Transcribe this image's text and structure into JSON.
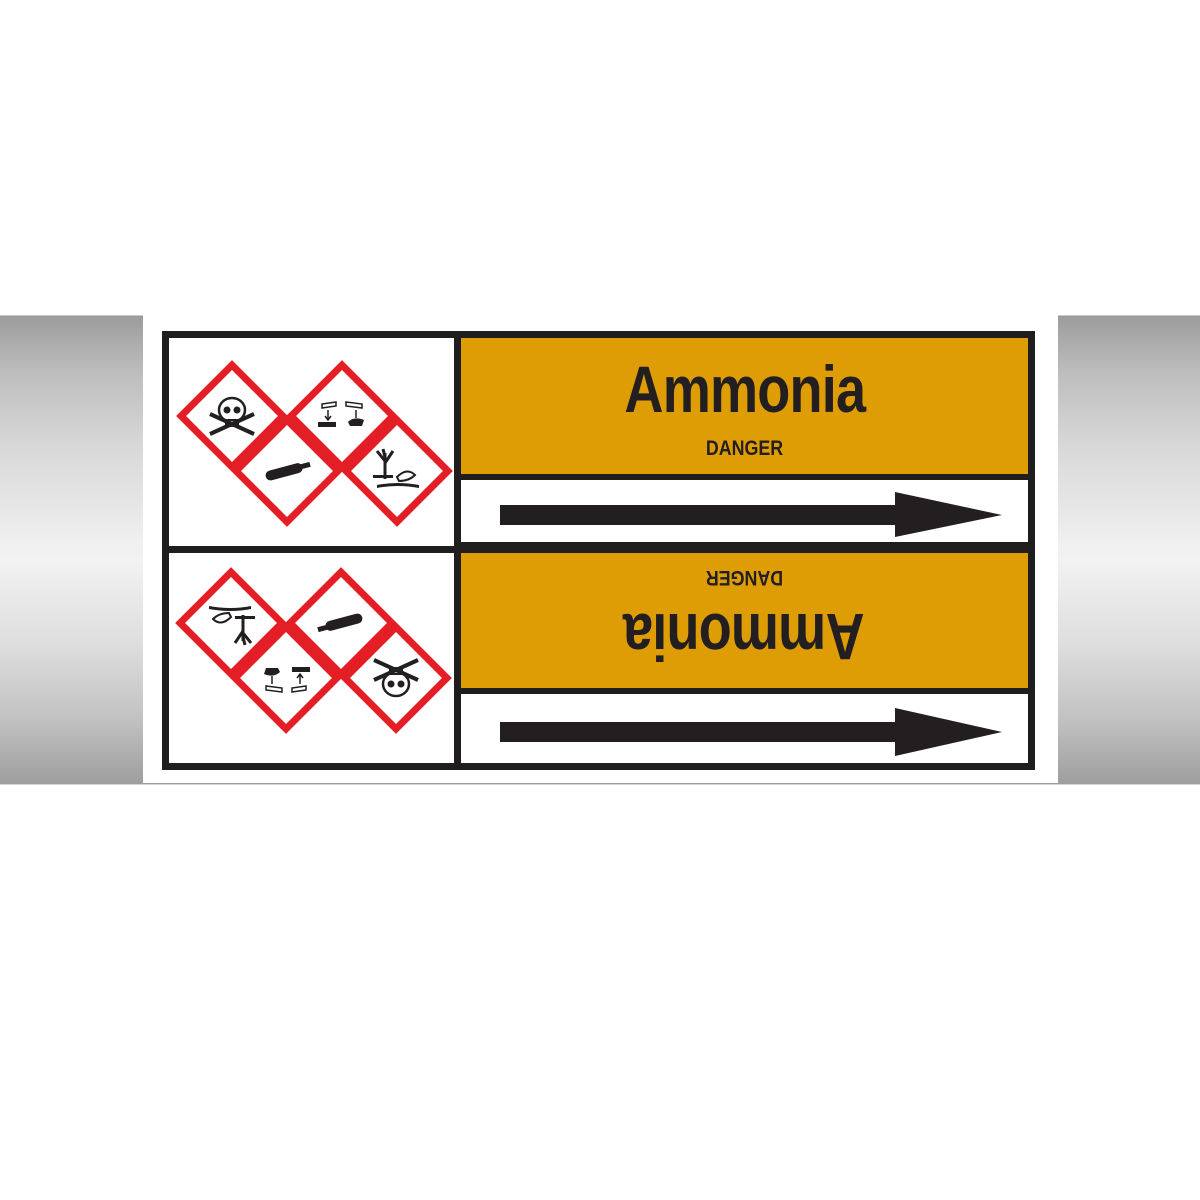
{
  "label": {
    "product": "Pipe marker label",
    "substance": "Ammonia",
    "signal_word": "DANGER",
    "flow_direction": "right",
    "colors": {
      "band": "#df9d05",
      "border": "#1f1d1e",
      "text": "#231f20",
      "ghs_red": "#e31e24",
      "background": "#ffffff"
    },
    "sections": [
      {
        "orientation": "upright",
        "pictograms": [
          "skull-crossbones",
          "corrosion",
          "gas-cylinder",
          "environment"
        ],
        "name": "Ammonia",
        "signal_word": "DANGER"
      },
      {
        "orientation": "inverted",
        "pictograms": [
          "environment",
          "gas-cylinder",
          "corrosion",
          "skull-crossbones"
        ],
        "name": "Ammonia",
        "signal_word": "DANGER"
      }
    ]
  }
}
